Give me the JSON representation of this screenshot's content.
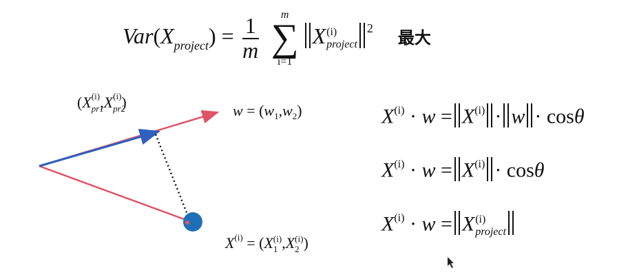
{
  "formula_top": {
    "var_label": "Var",
    "x_symbol": "X",
    "project_sub": "project",
    "frac_num": "1",
    "frac_den": "m",
    "sum_upper": "m",
    "sum_lower": "i=1",
    "superscript_i": "(i)",
    "square": "2",
    "suffix_cjk": "最大"
  },
  "left_labels": {
    "proj_point": "(X",
    "pr1": "pr1",
    "pr2": "pr2",
    "sup_i": "(i)",
    "w_def": "w = (w",
    "w1": "1",
    "w2": "2",
    "x_def_left": "X",
    "x_def_i": "(i)",
    "x_def_eq": " = (X",
    "x1": "1",
    "x2": "2"
  },
  "right_formulas": {
    "eq1": "X(i) · w = ||X(i)|| · ||w|| · cosθ",
    "eq2": "X(i) · w = ||X(i)|| · cosθ",
    "eq3": "X(i) · w = ||X(i) project||"
  },
  "colors": {
    "w_vector": "#e05366",
    "projection_vector": "#2f5fbf",
    "point_fill": "#1f6fb8",
    "dotted_line": "#111111"
  },
  "icons": [
    "mouse-cursor-icon"
  ]
}
